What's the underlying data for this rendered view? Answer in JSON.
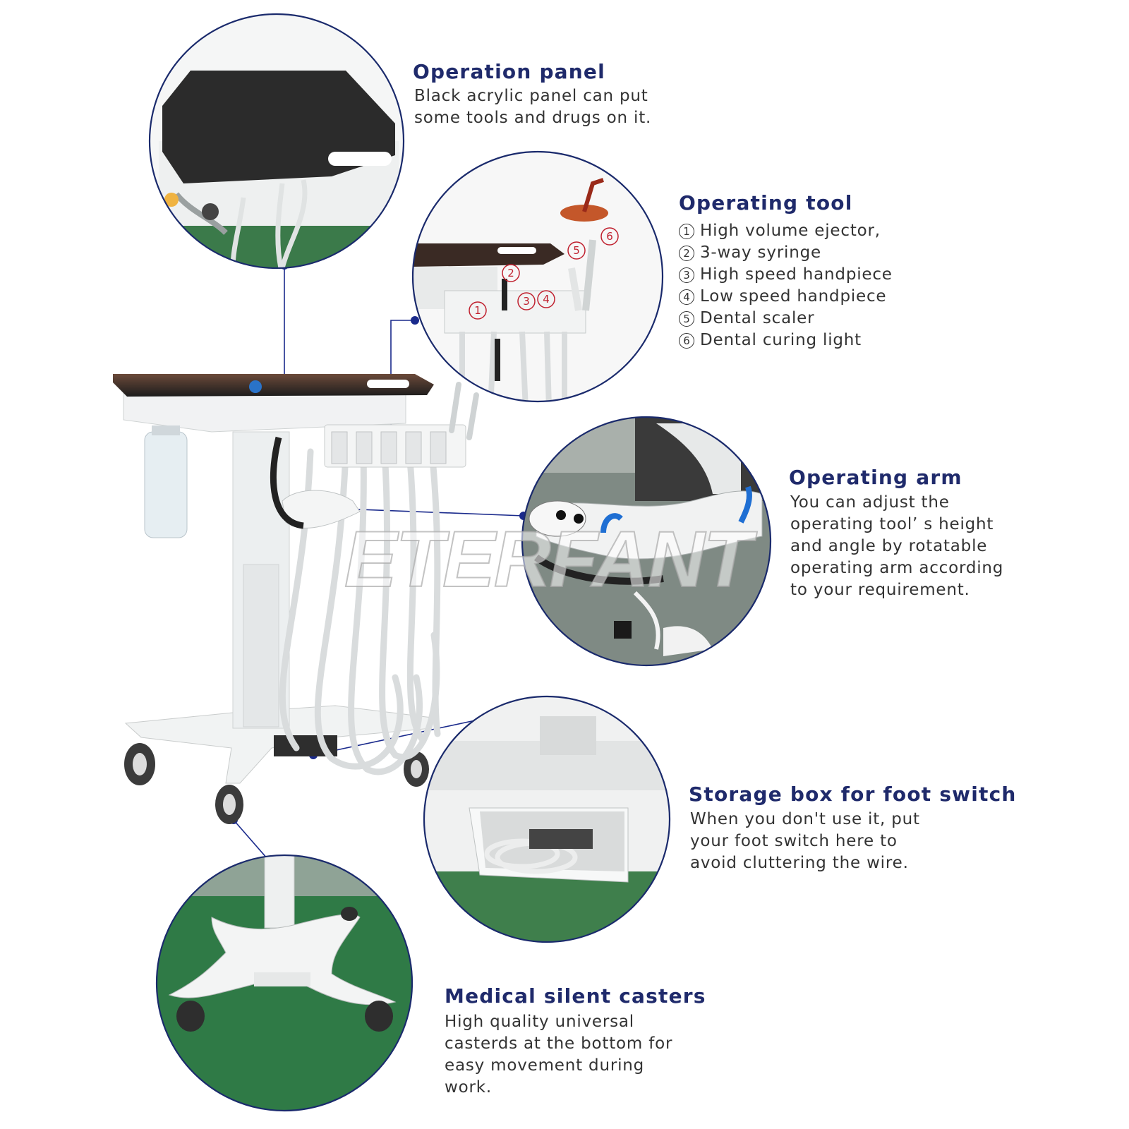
{
  "callouts": [
    {
      "title": "Operation panel",
      "lines": [
        "Black acrylic panel can put",
        "some tools and drugs on it."
      ]
    },
    {
      "title": "Operating tool",
      "tools": [
        {
          "num": "1",
          "text": "High volume ejector,"
        },
        {
          "num": "2",
          "text": "3-way syringe"
        },
        {
          "num": "3",
          "text": "High speed handpiece"
        },
        {
          "num": "4",
          "text": "Low speed handpiece"
        },
        {
          "num": "5",
          "text": "Dental scaler"
        },
        {
          "num": "6",
          "text": "Dental curing light"
        }
      ]
    },
    {
      "title": "Operating arm",
      "lines": [
        "You can adjust the",
        "operating tool’ s height",
        "and angle by rotatable",
        "operating arm according",
        "to your requirement."
      ]
    },
    {
      "title": "Storage box for foot switch",
      "lines": [
        "When you don't use it, put",
        "your foot switch here to",
        "avoid cluttering the wire."
      ]
    },
    {
      "title": "Medical silent casters",
      "lines": [
        "High quality universal",
        "casterds at the bottom for",
        "easy movement during",
        "work."
      ]
    }
  ],
  "photo_labels": [
    "1",
    "2",
    "3",
    "4",
    "5",
    "6"
  ],
  "watermark": "ETERFANT",
  "colors": {
    "title": "#1f2a6b",
    "accent_line": "#1a2a8c",
    "floor_green": "#2f7a46",
    "panel_black": "#2a2a2a"
  }
}
